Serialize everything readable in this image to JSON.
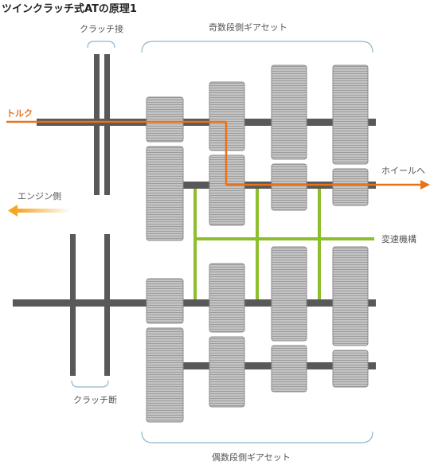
{
  "title": "ツインクラッチ式ATの原理1",
  "labels": {
    "clutch_engaged": "クラッチ接",
    "clutch_released": "クラッチ断",
    "odd_gear_set": "奇数段側ギアセット",
    "even_gear_set": "偶数段側ギアセット",
    "torque": "トルク",
    "engine_side": "エンジン側",
    "to_wheel": "ホイールへ",
    "shift_mechanism": "変速機構"
  },
  "colors": {
    "torque_flow": "#e8731a",
    "shift_mechanism": "#8dbe2b",
    "shaft": "#595959",
    "gear": "#b3b3b3",
    "bracket": "#8fb6cc"
  }
}
